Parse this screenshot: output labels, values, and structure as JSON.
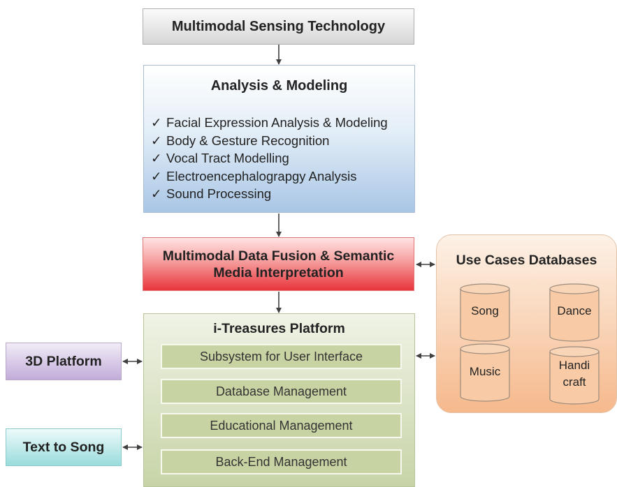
{
  "sensing": {
    "label": "Multimodal Sensing Technology"
  },
  "analysis": {
    "title": "Analysis & Modeling",
    "items": [
      "Facial Expression Analysis & Modeling",
      "Body & Gesture Recognition",
      "Vocal Tract Modelling",
      "Electroencephalograpgy Analysis",
      "Sound Processing"
    ],
    "check_glyph": "✓"
  },
  "fusion": {
    "line1": "Multimodal Data Fusion & Semantic",
    "line2": "Media Interpretation"
  },
  "platform": {
    "title": "i-Treasures Platform",
    "subsystems": [
      "Subsystem for User Interface",
      "Database Management",
      "Educational Management",
      "Back-End Management"
    ]
  },
  "usecases": {
    "title": "Use Cases Databases",
    "databases": [
      {
        "line1": "Song",
        "line2": ""
      },
      {
        "line1": "Dance",
        "line2": ""
      },
      {
        "line1": "Music",
        "line2": ""
      },
      {
        "line1": "Handi",
        "line2": "craft"
      }
    ]
  },
  "side": {
    "threed": "3D Platform",
    "textsong": "Text to Song"
  },
  "colors": {
    "arrow": "#404040",
    "cylinder_fill": "#f8cba6",
    "cylinder_stroke": "#9a8a7c"
  }
}
